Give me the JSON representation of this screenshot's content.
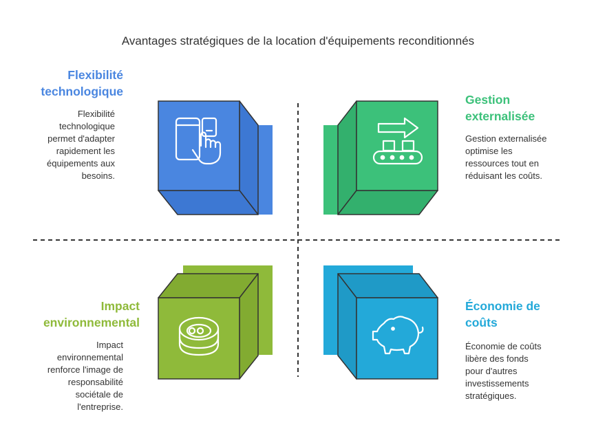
{
  "title": "Avantages stratégiques de la location d'équipements reconditionnés",
  "colors": {
    "blue": "#4a86e0",
    "green": "#3cc17a",
    "olive": "#8fba3a",
    "cyan": "#23a9d9"
  },
  "quadrants": [
    {
      "heading_lines": [
        "Flexibilité",
        "technologique"
      ],
      "desc_lines": [
        "Flexibilité",
        "technologique",
        "permet d'adapter",
        "rapidement les",
        "équipements aux",
        "besoins."
      ],
      "icon": "tablet-phone-hand-icon"
    },
    {
      "heading_lines": [
        "Gestion",
        "externalisée"
      ],
      "desc_lines": [
        "Gestion externalisée",
        "optimise les",
        "ressources tout en",
        "réduisant les coûts."
      ],
      "icon": "conveyor-belt-icon"
    },
    {
      "heading_lines": [
        "Impact",
        "environnemental"
      ],
      "desc_lines": [
        "Impact",
        "environnemental",
        "renforce l'image de",
        "responsabilité",
        "sociétale de",
        "l'entreprise."
      ],
      "icon": "recycle-coin-icon"
    },
    {
      "heading_lines": [
        "Économie de",
        "coûts"
      ],
      "desc_lines": [
        "Économie de coûts",
        "libère des fonds",
        "pour d'autres",
        "investissements",
        "stratégiques."
      ],
      "icon": "piggy-bank-icon"
    }
  ]
}
